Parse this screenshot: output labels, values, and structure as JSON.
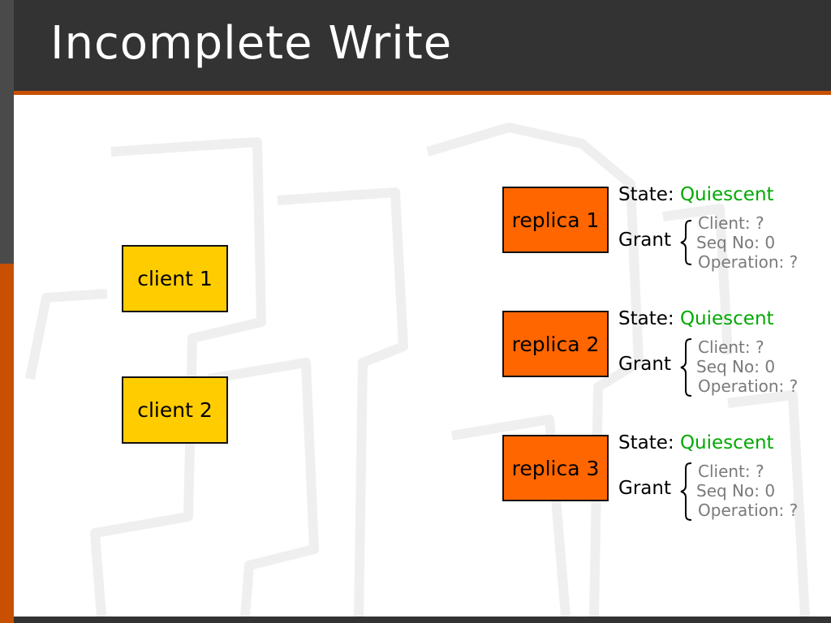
{
  "slide": {
    "title": "Incomplete Write"
  },
  "colors": {
    "title_bar": "#333333",
    "accent": "#c85000",
    "client_fill": "#ffcc00",
    "replica_fill": "#ff6600",
    "state_value": "#00aa00",
    "grant_field": "#7a7a7a"
  },
  "clients": [
    {
      "label": "client 1"
    },
    {
      "label": "client 2"
    }
  ],
  "replicas": [
    {
      "label": "replica 1",
      "state_label": "State:",
      "state_value": "Quiescent",
      "grant_label": "Grant",
      "fields": [
        "Client: ?",
        "Seq No: 0",
        "Operation: ?"
      ]
    },
    {
      "label": "replica 2",
      "state_label": "State:",
      "state_value": "Quiescent",
      "grant_label": "Grant",
      "fields": [
        "Client: ?",
        "Seq No: 0",
        "Operation: ?"
      ]
    },
    {
      "label": "replica 3",
      "state_label": "State:",
      "state_value": "Quiescent",
      "grant_label": "Grant",
      "fields": [
        "Client: ?",
        "Seq No: 0",
        "Operation: ?"
      ]
    }
  ]
}
